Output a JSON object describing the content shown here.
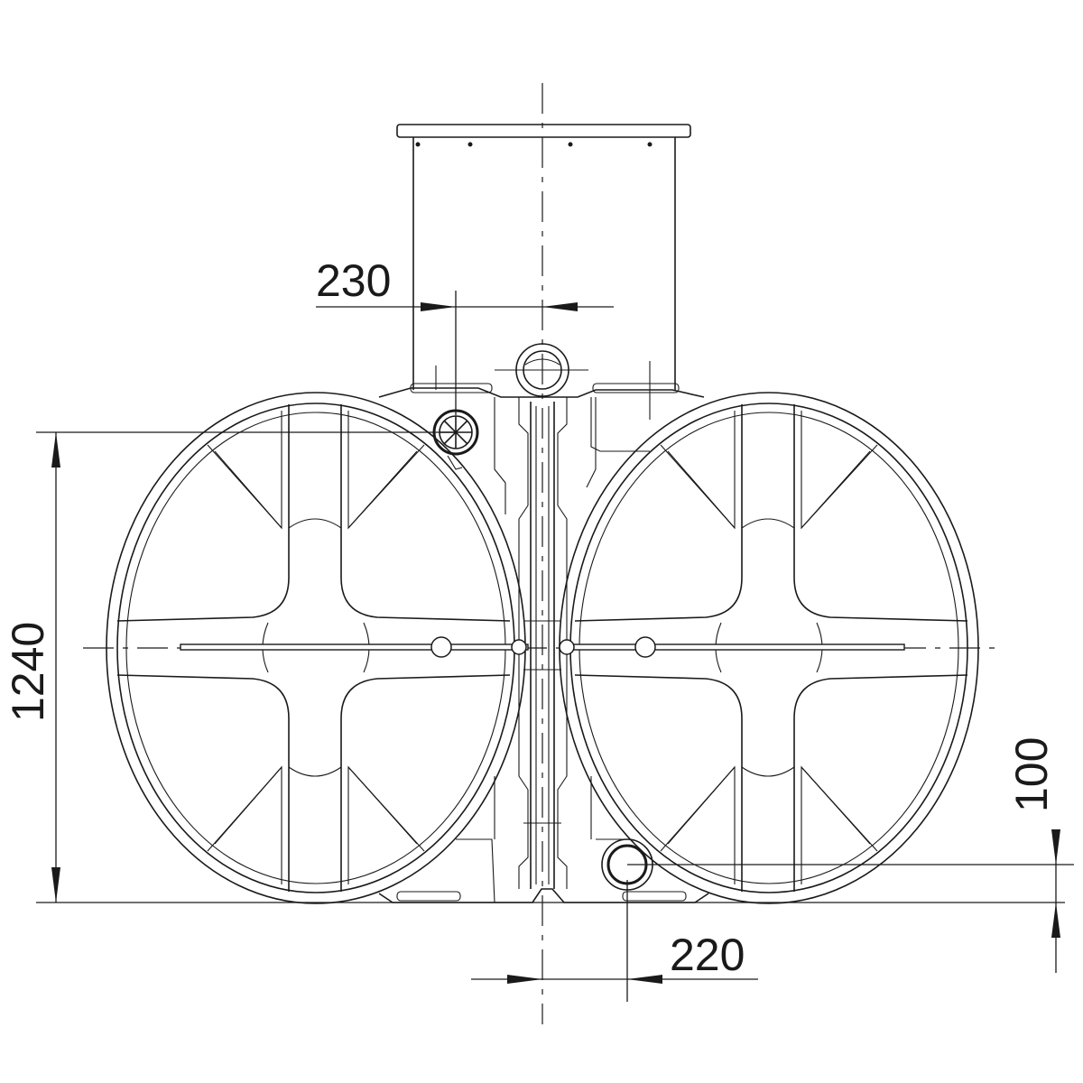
{
  "drawing": {
    "dimensions": {
      "height_total": "1240",
      "shaft_offset": "230",
      "outlet_offset": "220",
      "outlet_height": "100"
    },
    "colors": {
      "line": "#1a1a1a",
      "background": "#ffffff"
    }
  }
}
